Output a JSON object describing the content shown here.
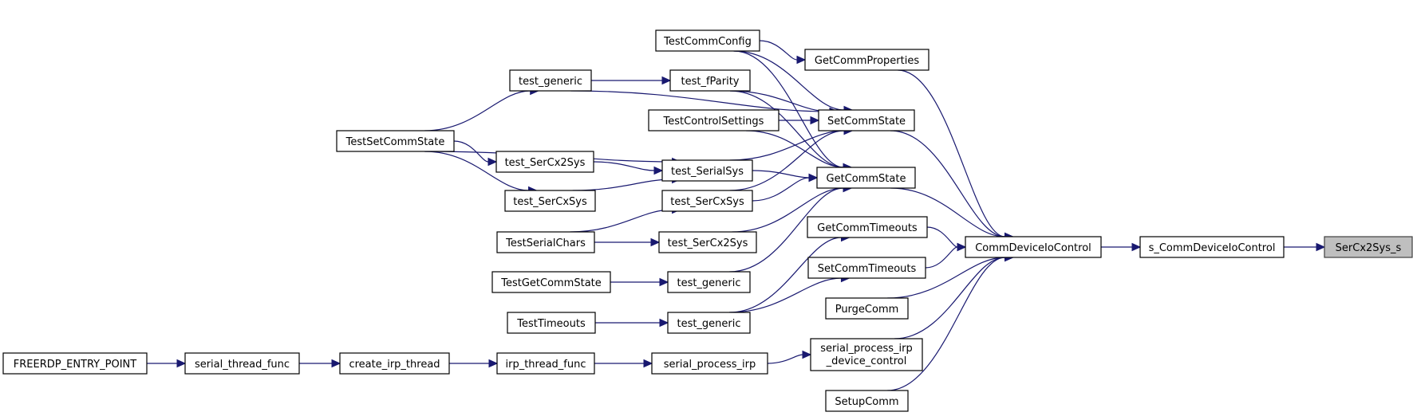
{
  "diagram": {
    "title": "Caller graph for SerCx2Sys_s",
    "colors": {
      "edge": "#191970",
      "highlight_fill": "#bfbfbf",
      "node_border": "#000000"
    },
    "nodes": [
      {
        "id": "sercx2sys_s",
        "label": "SerCx2Sys_s",
        "highlight": true
      },
      {
        "id": "s_commdeviceiocontrol",
        "label": "s_CommDeviceIoControl"
      },
      {
        "id": "commdeviceiocontrol",
        "label": "CommDeviceIoControl"
      },
      {
        "id": "getcommproperties",
        "label": "GetCommProperties"
      },
      {
        "id": "setcommstate",
        "label": "SetCommState"
      },
      {
        "id": "getcommstate",
        "label": "GetCommState"
      },
      {
        "id": "getcommtimeouts",
        "label": "GetCommTimeouts"
      },
      {
        "id": "setcommtimeouts",
        "label": "SetCommTimeouts"
      },
      {
        "id": "purgecomm",
        "label": "PurgeComm"
      },
      {
        "id": "serial_process_irp_device_control",
        "label": "serial_process_irp",
        "label2": "_device_control"
      },
      {
        "id": "setupcomm",
        "label": "SetupComm"
      },
      {
        "id": "testcommconfig",
        "label": "TestCommConfig"
      },
      {
        "id": "test_fparity",
        "label": "test_fParity"
      },
      {
        "id": "testcontrolsettings",
        "label": "TestControlSettings"
      },
      {
        "id": "test_serialsys",
        "label": "test_SerialSys"
      },
      {
        "id": "test_sercxsys_b",
        "label": "test_SerCxSys"
      },
      {
        "id": "test_sercx2sys_b",
        "label": "test_SerCx2Sys"
      },
      {
        "id": "test_generic_b",
        "label": "test_generic"
      },
      {
        "id": "test_generic_c",
        "label": "test_generic"
      },
      {
        "id": "serial_process_irp",
        "label": "serial_process_irp"
      },
      {
        "id": "test_generic_a",
        "label": "test_generic"
      },
      {
        "id": "test_sercx2sys_a",
        "label": "test_SerCx2Sys"
      },
      {
        "id": "test_sercxsys_a",
        "label": "test_SerCxSys"
      },
      {
        "id": "testserialchars",
        "label": "TestSerialChars"
      },
      {
        "id": "testgetcommstate",
        "label": "TestGetCommState"
      },
      {
        "id": "testtimeouts",
        "label": "TestTimeouts"
      },
      {
        "id": "irp_thread_func",
        "label": "irp_thread_func"
      },
      {
        "id": "testsetcommstate",
        "label": "TestSetCommState"
      },
      {
        "id": "create_irp_thread",
        "label": "create_irp_thread"
      },
      {
        "id": "serial_thread_func",
        "label": "serial_thread_func"
      },
      {
        "id": "freerdp_entry_point",
        "label": "FREERDP_ENTRY_POINT"
      }
    ],
    "edges": [
      {
        "from": "s_commdeviceiocontrol",
        "to": "sercx2sys_s"
      },
      {
        "from": "commdeviceiocontrol",
        "to": "s_commdeviceiocontrol"
      },
      {
        "from": "getcommproperties",
        "to": "commdeviceiocontrol"
      },
      {
        "from": "setcommstate",
        "to": "commdeviceiocontrol"
      },
      {
        "from": "getcommstate",
        "to": "commdeviceiocontrol"
      },
      {
        "from": "getcommtimeouts",
        "to": "commdeviceiocontrol"
      },
      {
        "from": "setcommtimeouts",
        "to": "commdeviceiocontrol"
      },
      {
        "from": "purgecomm",
        "to": "commdeviceiocontrol"
      },
      {
        "from": "serial_process_irp_device_control",
        "to": "commdeviceiocontrol"
      },
      {
        "from": "setupcomm",
        "to": "commdeviceiocontrol"
      },
      {
        "from": "testcommconfig",
        "to": "getcommproperties"
      },
      {
        "from": "testcommconfig",
        "to": "setcommstate"
      },
      {
        "from": "testcommconfig",
        "to": "getcommstate"
      },
      {
        "from": "test_generic_a",
        "to": "setcommstate"
      },
      {
        "from": "test_fparity",
        "to": "setcommstate"
      },
      {
        "from": "test_fparity",
        "to": "getcommstate"
      },
      {
        "from": "testcontrolsettings",
        "to": "setcommstate"
      },
      {
        "from": "testcontrolsettings",
        "to": "getcommstate"
      },
      {
        "from": "test_serialsys",
        "to": "setcommstate"
      },
      {
        "from": "test_serialsys",
        "to": "getcommstate"
      },
      {
        "from": "test_sercxsys_b",
        "to": "setcommstate"
      },
      {
        "from": "test_sercxsys_b",
        "to": "getcommstate"
      },
      {
        "from": "test_sercx2sys_b",
        "to": "getcommstate"
      },
      {
        "from": "test_generic_b",
        "to": "getcommstate"
      },
      {
        "from": "test_generic_c",
        "to": "getcommtimeouts"
      },
      {
        "from": "test_generic_c",
        "to": "setcommtimeouts"
      },
      {
        "from": "serial_process_irp",
        "to": "serial_process_irp_device_control"
      },
      {
        "from": "test_generic_a",
        "to": "test_fparity"
      },
      {
        "from": "testsetcommstate",
        "to": "test_generic_a"
      },
      {
        "from": "testsetcommstate",
        "to": "test_serialsys"
      },
      {
        "from": "testsetcommstate",
        "to": "test_sercx2sys_a"
      },
      {
        "from": "testsetcommstate",
        "to": "test_sercxsys_a"
      },
      {
        "from": "test_sercx2sys_a",
        "to": "test_serialsys"
      },
      {
        "from": "test_sercxsys_a",
        "to": "test_serialsys"
      },
      {
        "from": "testserialchars",
        "to": "test_sercxsys_b"
      },
      {
        "from": "testserialchars",
        "to": "test_sercx2sys_b"
      },
      {
        "from": "testgetcommstate",
        "to": "test_generic_b"
      },
      {
        "from": "testtimeouts",
        "to": "test_generic_c"
      },
      {
        "from": "irp_thread_func",
        "to": "serial_process_irp"
      },
      {
        "from": "create_irp_thread",
        "to": "irp_thread_func"
      },
      {
        "from": "serial_thread_func",
        "to": "create_irp_thread"
      },
      {
        "from": "freerdp_entry_point",
        "to": "serial_thread_func"
      }
    ]
  }
}
